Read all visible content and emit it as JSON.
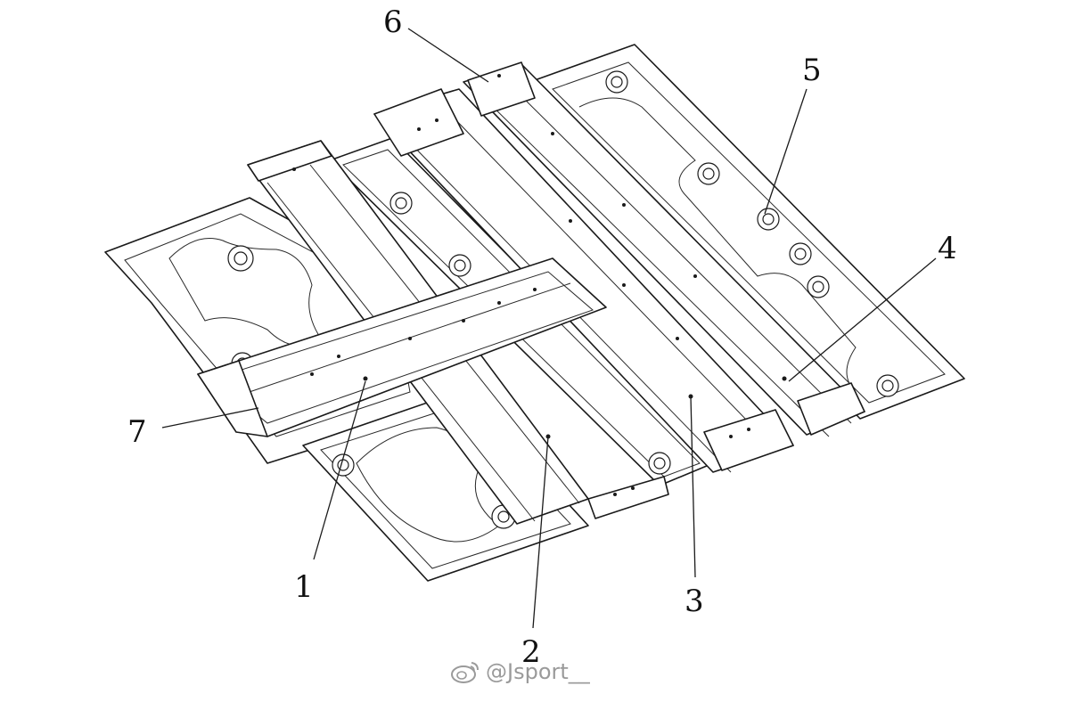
{
  "labels": {
    "l1": "1",
    "l2": "2",
    "l3": "3",
    "l4": "4",
    "l5": "5",
    "l6": "6",
    "l7": "7"
  },
  "watermark": {
    "text": "@Jsport__",
    "icon": "weibo-logo-icon"
  }
}
